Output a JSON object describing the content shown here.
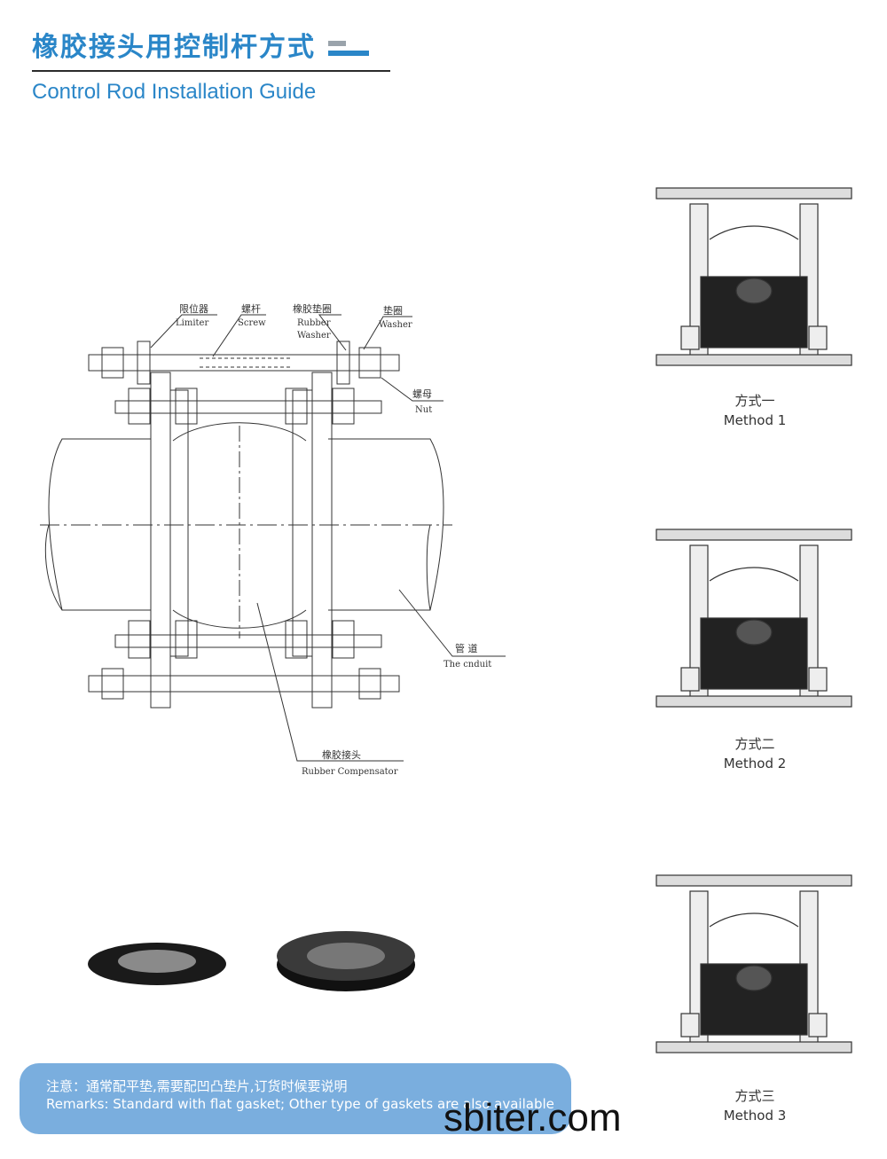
{
  "header": {
    "title_cn": "橡胶接头用控制杆方式",
    "title_en": "Control Rod Installation Guide"
  },
  "diagram": {
    "labels": {
      "limiter_cn": "限位器",
      "limiter_en": "Limiter",
      "screw_cn": "螺杆",
      "screw_en": "Screw",
      "rubber_washer_cn": "橡胶垫圈",
      "rubber_washer_en1": "Rubber",
      "rubber_washer_en2": "Washer",
      "washer_cn": "垫圈",
      "washer_en": "Washer",
      "nut_cn": "螺母",
      "nut_en": "Nut",
      "conduit_cn": "管 道",
      "conduit_en": "The cnduit",
      "compensator_cn": "橡胶接头",
      "compensator_en": "Rubber Compensator"
    }
  },
  "methods": [
    {
      "cn": "方式一",
      "en": "Method 1"
    },
    {
      "cn": "方式二",
      "en": "Method 2"
    },
    {
      "cn": "方式三",
      "en": "Method 3"
    }
  ],
  "remarks": {
    "cn": "注意：通常配平垫,需要配凹凸垫片,订货时候要说明",
    "en": "Remarks: Standard with flat gasket; Other type of gaskets are also available"
  },
  "watermark": "sbiter.com",
  "colors": {
    "accent": "#2a86c8",
    "remark_bg": "#7aaede"
  }
}
